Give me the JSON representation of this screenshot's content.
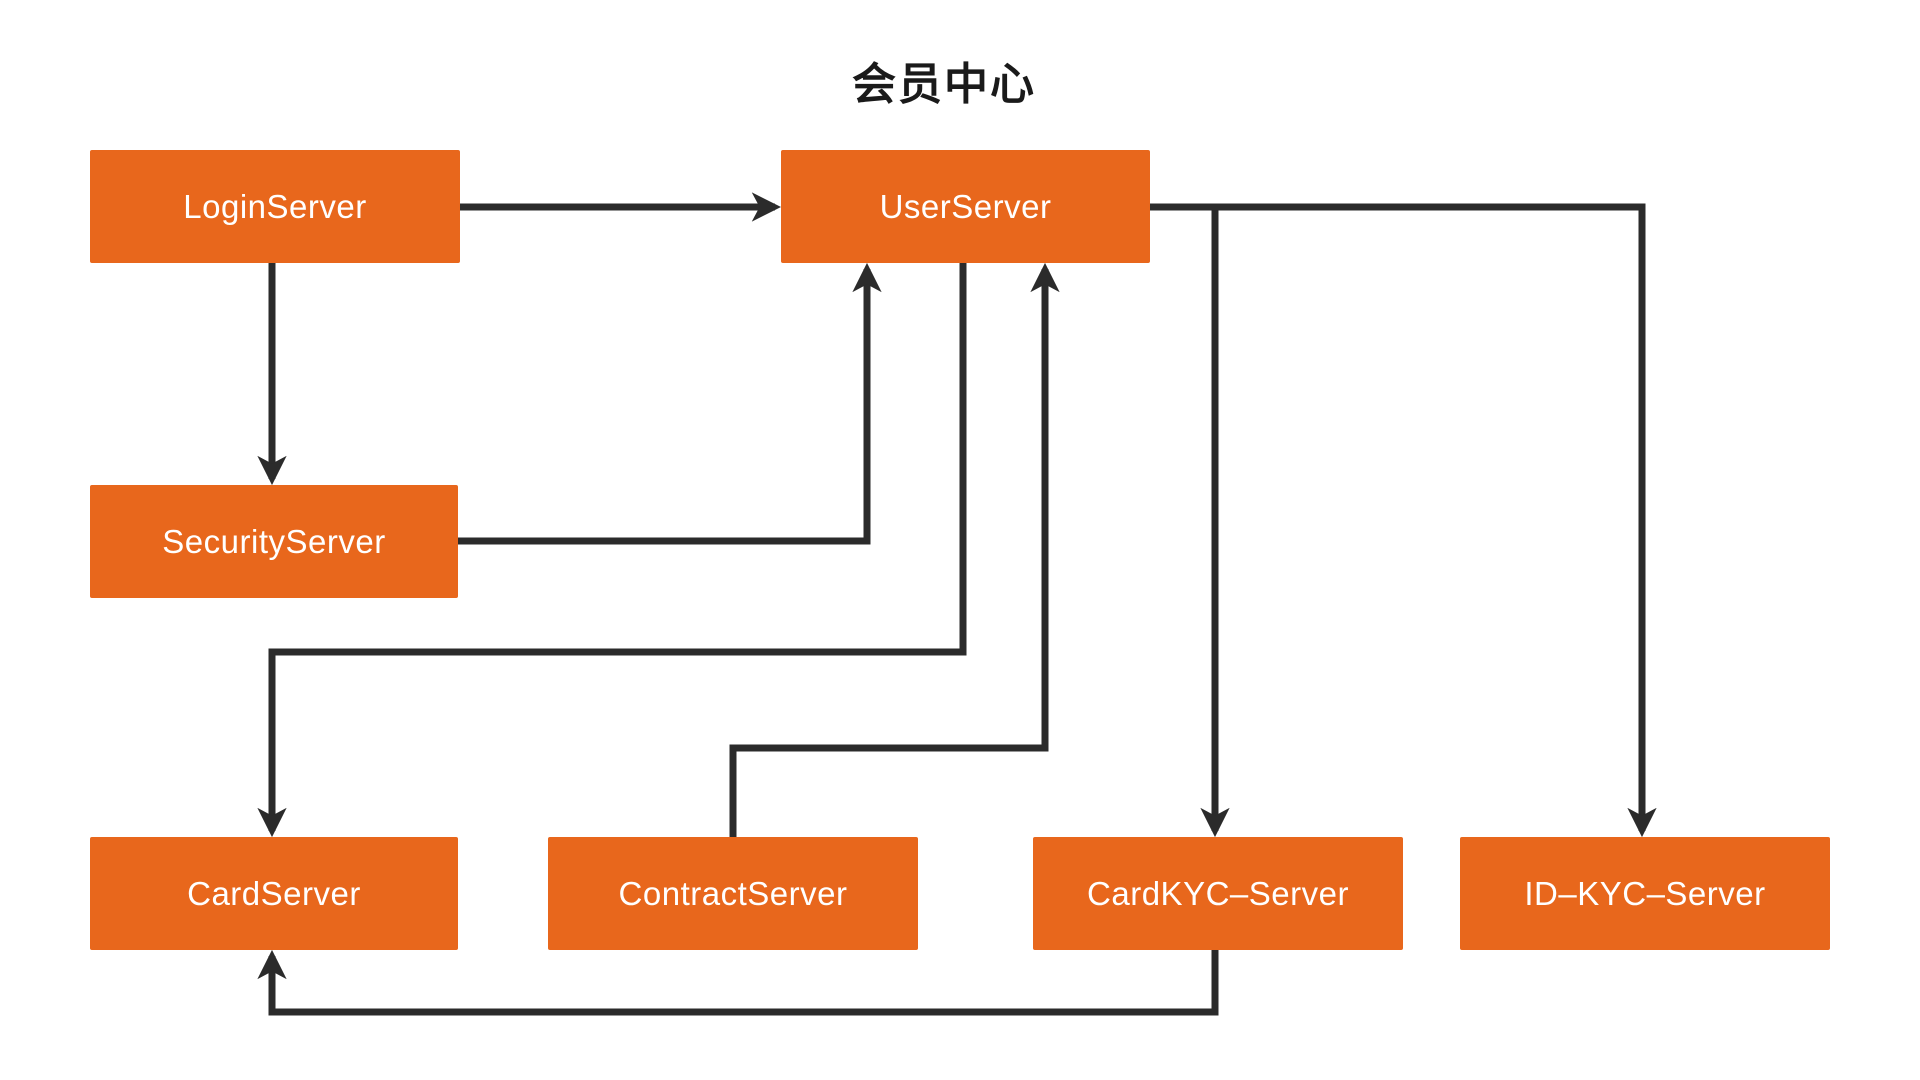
{
  "diagram": {
    "title": "会员中心",
    "nodes": [
      {
        "id": "login-server",
        "label": "LoginServer"
      },
      {
        "id": "user-server",
        "label": "UserServer"
      },
      {
        "id": "security-server",
        "label": "SecurityServer"
      },
      {
        "id": "card-server",
        "label": "CardServer"
      },
      {
        "id": "contract-server",
        "label": "ContractServer"
      },
      {
        "id": "card-kyc-server",
        "label": "CardKYC–Server"
      },
      {
        "id": "id-kyc-server",
        "label": "ID–KYC–Server"
      }
    ],
    "edges": [
      {
        "from": "LoginServer",
        "to": "UserServer"
      },
      {
        "from": "LoginServer",
        "to": "SecurityServer"
      },
      {
        "from": "SecurityServer",
        "to": "UserServer"
      },
      {
        "from": "UserServer",
        "to": "CardServer"
      },
      {
        "from": "ContractServer",
        "to": "UserServer"
      },
      {
        "from": "UserServer",
        "to": "CardKYC–Server"
      },
      {
        "from": "UserServer",
        "to": "ID–KYC–Server"
      },
      {
        "from": "CardKYC–Server",
        "to": "CardServer"
      }
    ],
    "colors": {
      "node_fill": "#E8671C",
      "node_text": "#FFFFFF",
      "connector": "#2B2B2B",
      "background": "#FFFFFF",
      "title_text": "#1A1A1A"
    }
  }
}
